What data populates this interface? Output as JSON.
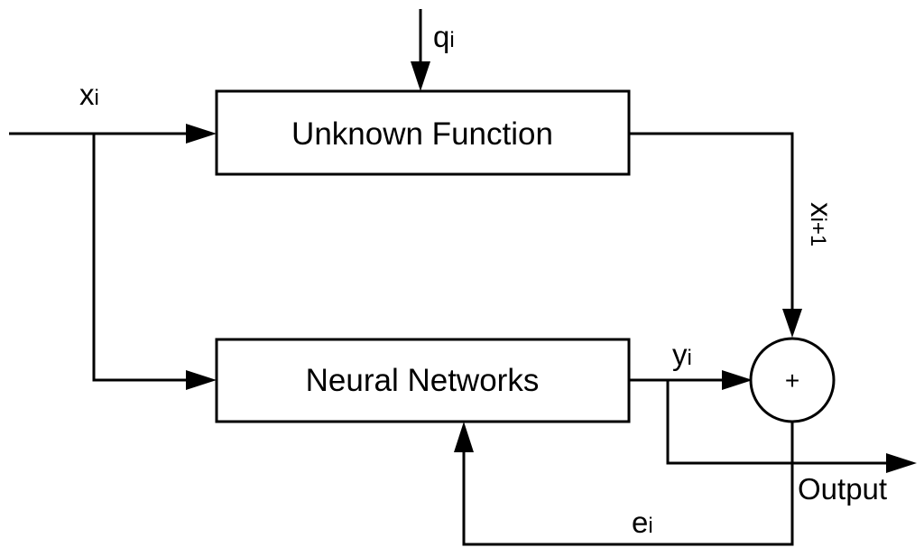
{
  "blocks": {
    "unknown_function": "Unknown Function",
    "neural_networks": "Neural Networks"
  },
  "signals": {
    "x_i_main": "x",
    "x_i_sub": "i",
    "q_i_main": "q",
    "q_i_sub": "i",
    "x_i1_main": "x",
    "x_i1_sub": "i+1",
    "y_i_main": "y",
    "y_i_sub": "i",
    "e_i_main": "e",
    "e_i_sub": "i"
  },
  "summing_junction": "+",
  "output_label": "Output"
}
